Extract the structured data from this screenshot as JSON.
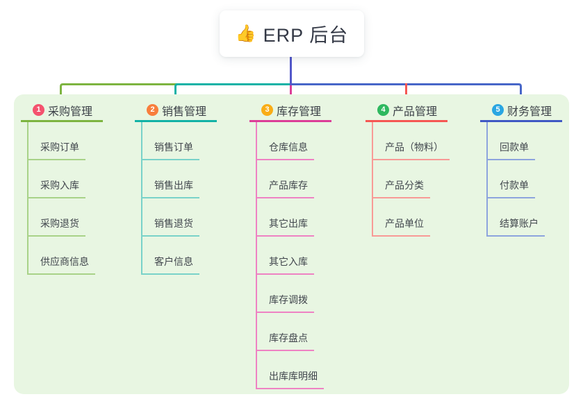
{
  "root": {
    "icon": "👍",
    "label": "ERP 后台"
  },
  "branches": [
    {
      "badge": "1",
      "label": "采购管理",
      "badge_color": "#f4526e",
      "color": "#7db440",
      "light_color": "#a8d288",
      "children": [
        "采购订单",
        "采购入库",
        "采购退货",
        "供应商信息"
      ]
    },
    {
      "badge": "2",
      "label": "销售管理",
      "badge_color": "#f87e3d",
      "color": "#12b2a6",
      "light_color": "#79d2c9",
      "children": [
        "销售订单",
        "销售出库",
        "销售退货",
        "客户信息"
      ]
    },
    {
      "badge": "3",
      "label": "库存管理",
      "badge_color": "#f9ad17",
      "color": "#dc3d97",
      "light_color": "#ee82c3",
      "children": [
        "仓库信息",
        "产品库存",
        "其它出库",
        "其它入库",
        "库存调拨",
        "库存盘点",
        "出库库明细"
      ]
    },
    {
      "badge": "4",
      "label": "产品管理",
      "badge_color": "#2eb85f",
      "color": "#f55753",
      "light_color": "#f89a96",
      "children": [
        "产品（物料）",
        "产品分类",
        "产品单位"
      ]
    },
    {
      "badge": "5",
      "label": "财务管理",
      "badge_color": "#2aa6e2",
      "color": "#3f58c4",
      "light_color": "#8da4dd",
      "children": [
        "回款单",
        "付款单",
        "结算账户"
      ]
    }
  ],
  "connector_colors": {
    "root_vertical": "#5257ca",
    "right_bus": "#4766c8"
  },
  "panel_background": "#e8f6e2"
}
